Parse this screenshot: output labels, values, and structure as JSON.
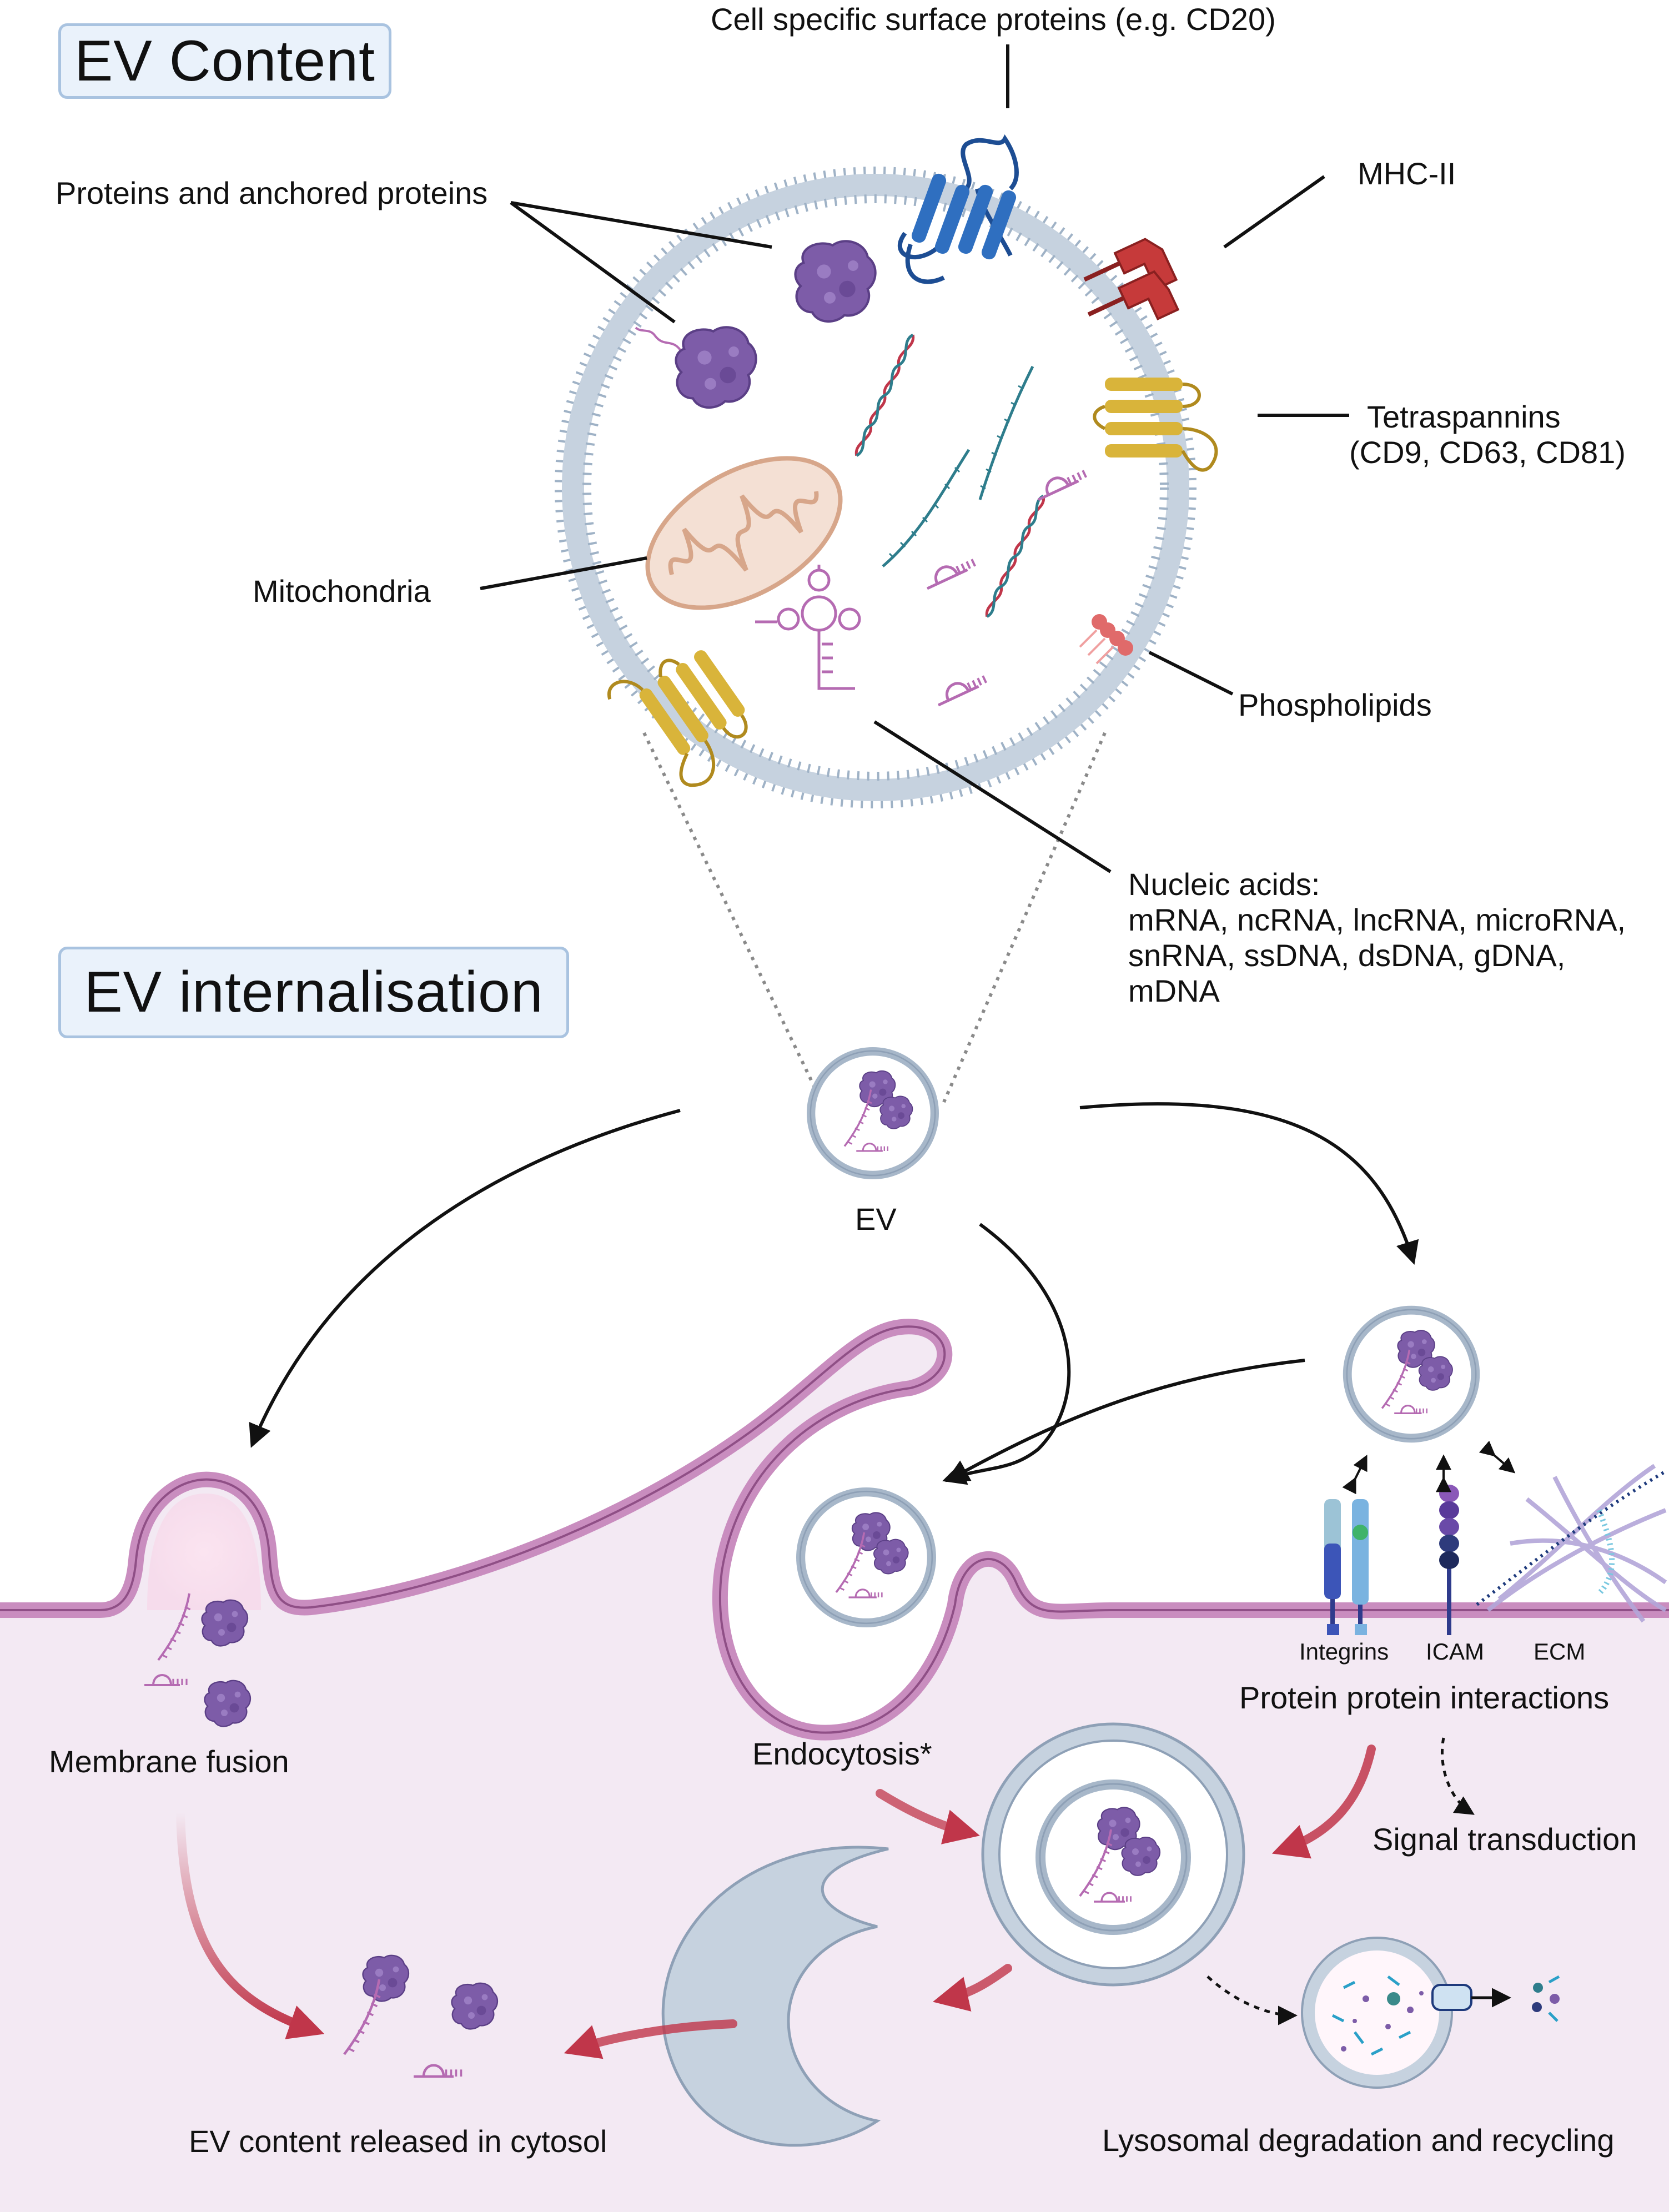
{
  "sections": {
    "content_title": "EV Content",
    "internalisation_title": "EV internalisation"
  },
  "content_labels": {
    "surface_proteins": "Cell specific surface proteins (e.g. CD20)",
    "mhc": "MHC-II",
    "proteins": "Proteins and anchored proteins",
    "tetraspanins_line1": "Tetraspannins",
    "tetraspanins_line2": "(CD9, CD63, CD81)",
    "mitochondria": "Mitochondria",
    "phospholipids": "Phospholipids",
    "nucleic_line1": "Nucleic acids:",
    "nucleic_line2": "mRNA, ncRNA, lncRNA, microRNA,",
    "nucleic_line3": "snRNA, ssDNA, dsDNA, gDNA,",
    "nucleic_line4": "mDNA"
  },
  "internalisation_labels": {
    "ev": "EV",
    "membrane_fusion": "Membrane fusion",
    "endocytosis": "Endocytosis*",
    "integrins": "Integrins",
    "icam": "ICAM",
    "ecm": "ECM",
    "ppi": "Protein protein interactions",
    "signal": "Signal transduction",
    "released": "EV content released in cytosol",
    "lysosomal": "Lysosomal degradation and recycling"
  },
  "colors": {
    "membrane_blue": "#a7b7c9",
    "cell_membrane": "#c98dbf",
    "cytosol": "#f3e9f3",
    "protein_purple": "#7d5ca8",
    "rna_pink": "#b56bb2",
    "arrow_red": "#c0364a",
    "tetraspanin_yellow": "#d9b43a",
    "cd20_blue": "#2f6fc0",
    "mhc_red": "#c63a3a",
    "title_box_fill": "#eaf2fb"
  },
  "icons": [
    "protein-icon",
    "rna-icon",
    "dna-helix-icon",
    "mitochondria-icon",
    "tetraspanin-icon",
    "mhc-ii-icon",
    "cd20-icon",
    "phospholipid-icon",
    "integrin-icon",
    "icam-icon",
    "ecm-fibre-icon",
    "lysosome-icon"
  ]
}
